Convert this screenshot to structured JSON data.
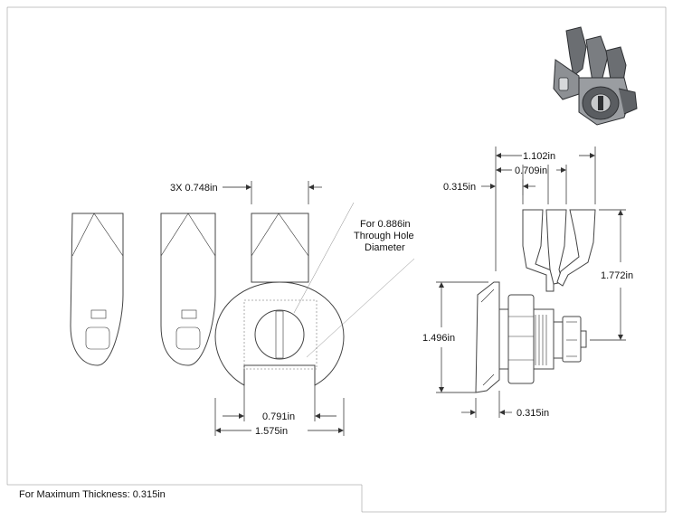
{
  "dimensions": {
    "spacing_3x": "3X 0.748in",
    "slot_width": "0.791in",
    "cam_width": "1.575in",
    "overall_depth": "1.102in",
    "inner_depth": "0.709in",
    "cam_offset_top": "0.315in",
    "cam_length": "1.772in",
    "body_height": "1.496in",
    "cam_offset_bottom": "0.315in"
  },
  "notes": {
    "hole_line1": "For 0.886in",
    "hole_line2": "Through Hole",
    "hole_line3": "Diameter",
    "max_thickness": "For Maximum Thickness: 0.315in"
  }
}
